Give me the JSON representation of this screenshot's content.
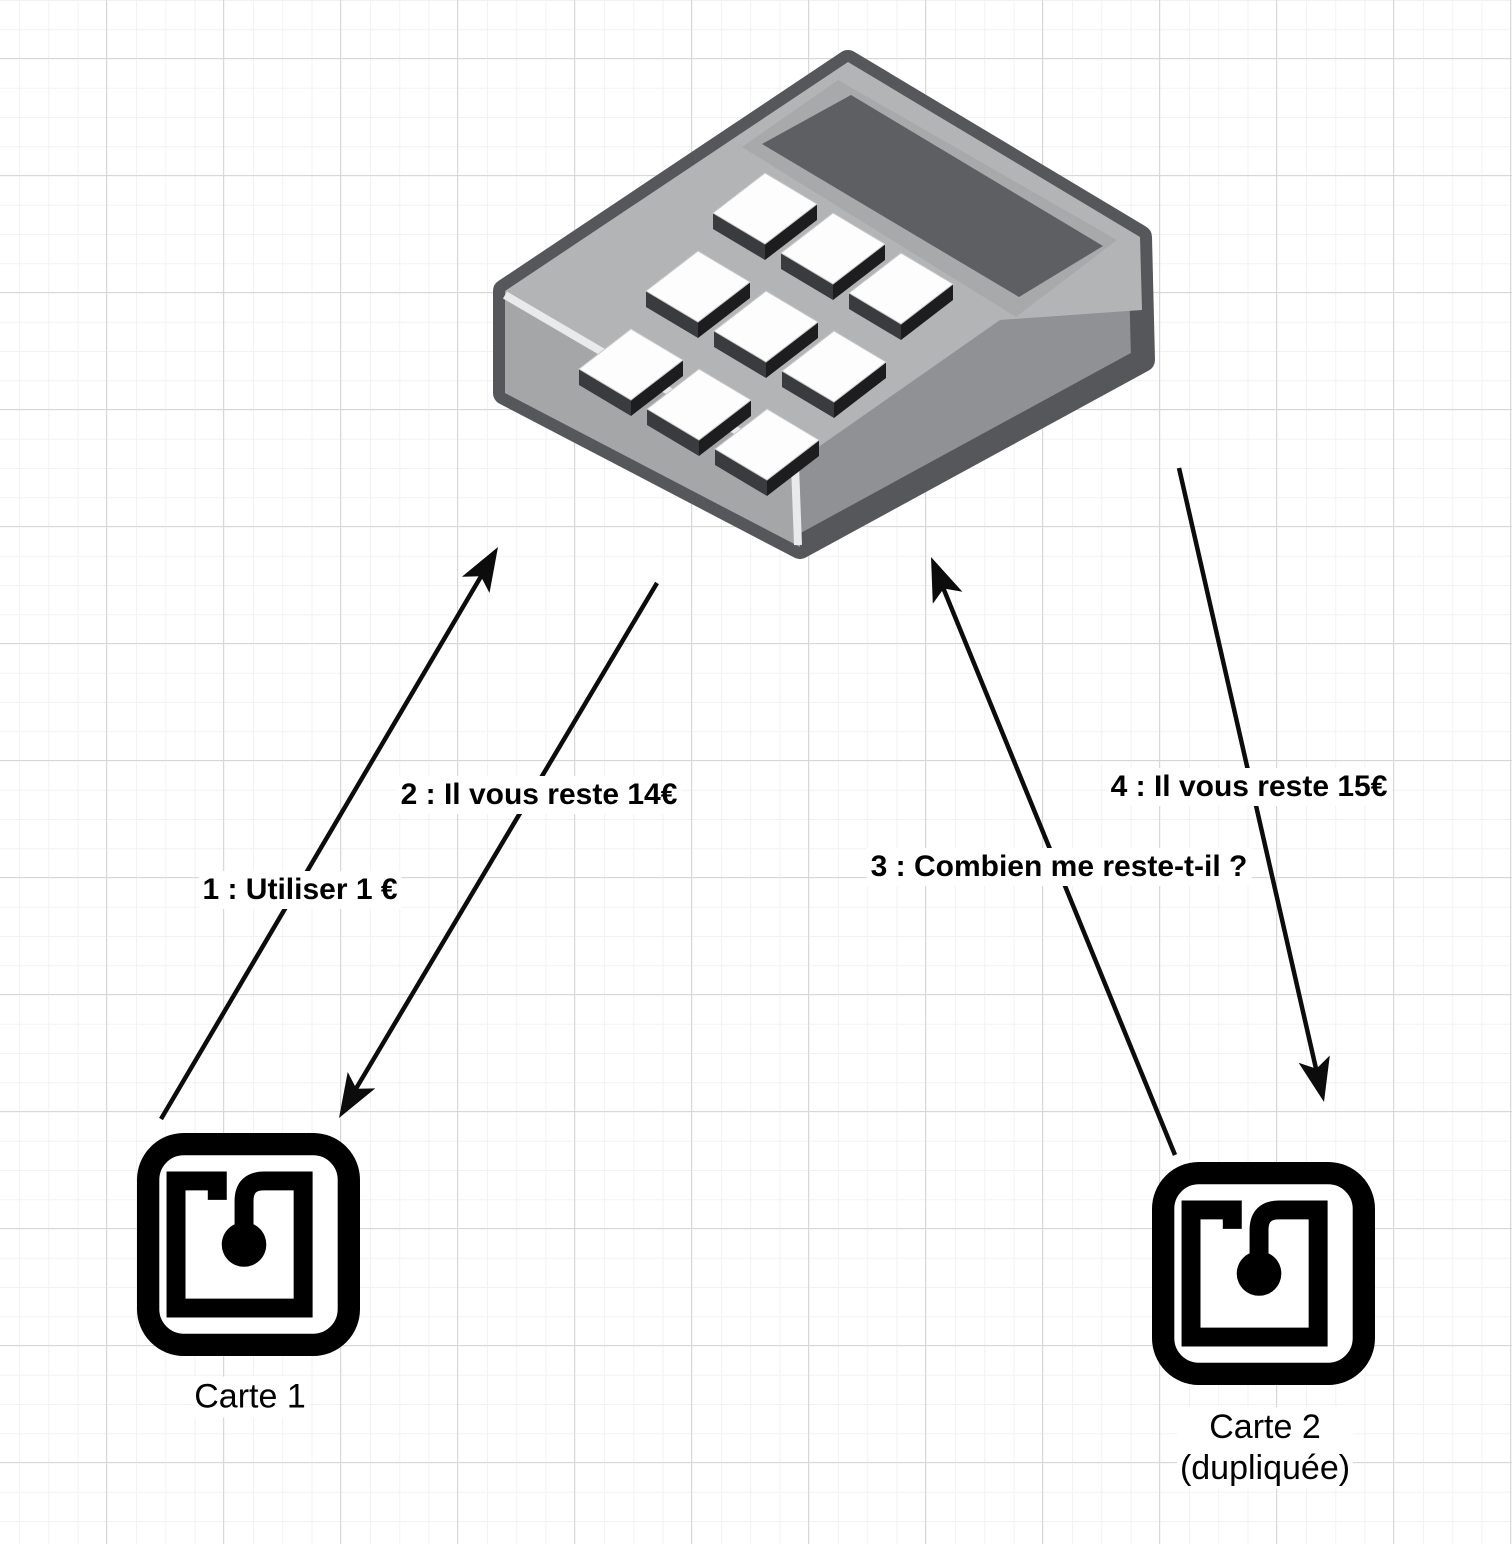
{
  "canvas": {
    "background": "#ffffff",
    "grid_minor_color": "#f2f2f2",
    "grid_major_color": "#d7d7d7"
  },
  "nodes": {
    "terminal": {
      "icon": "payment-terminal-icon"
    },
    "card1": {
      "icon": "nfc-tag-icon",
      "label": "Carte 1"
    },
    "card2": {
      "icon": "nfc-tag-icon",
      "label": "Carte 2",
      "sublabel": "(dupliquée)"
    }
  },
  "edges": [
    {
      "label": "1 : Utiliser 1 €",
      "from": "card1",
      "to": "terminal"
    },
    {
      "label": "2 : Il vous reste 14€",
      "from": "terminal",
      "to": "card1"
    },
    {
      "label": "3 : Combien me reste-t-il ?",
      "from": "card2",
      "to": "terminal"
    },
    {
      "label": "4 : Il vous reste 15€",
      "from": "terminal",
      "to": "card2"
    }
  ],
  "colors": {
    "edge": "#000000",
    "label_text": "#000000",
    "terminal_outline": "#56575a",
    "terminal_top": "#b3b4b6",
    "terminal_front_left": "#a5a6a8",
    "terminal_front_right": "#8f9194",
    "terminal_bezel": "#a7a9ab",
    "terminal_display": "#5d5f62",
    "key_top": "#fdfdfd",
    "key_shadow": "#1d1d1f",
    "card_icon": "#000000"
  }
}
